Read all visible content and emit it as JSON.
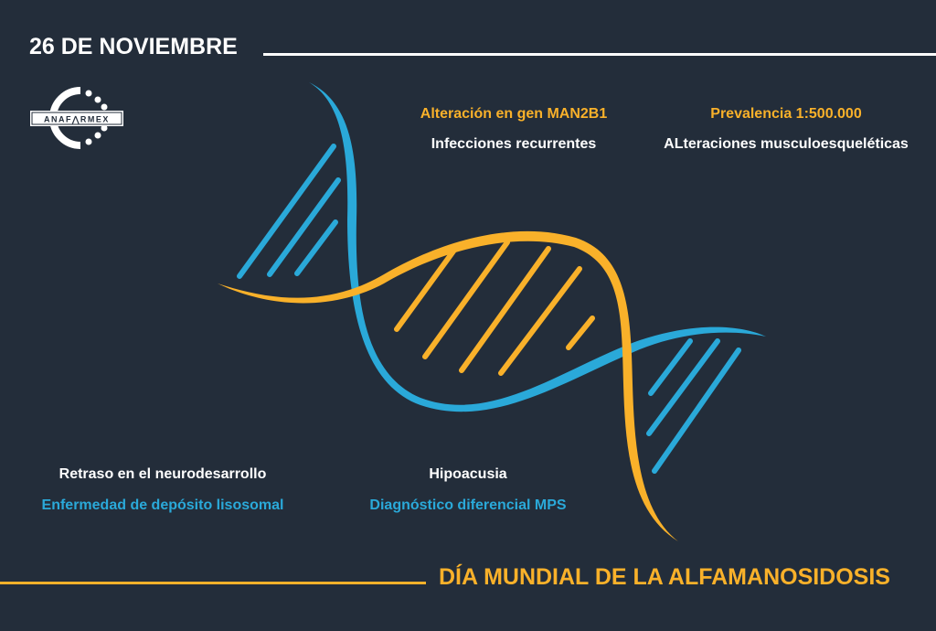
{
  "date": "26 DE NOVIEMBRE",
  "logo": {
    "text": "ANAFARMEX"
  },
  "facts": {
    "gene": "Alteración en gen MAN2B1",
    "infections": "Infecciones recurrentes",
    "prevalence": "Prevalencia 1:500.000",
    "musculo": "ALteraciones musculoesqueléticas",
    "delay": "Retraso en el neurodesarrollo",
    "lysosomal": "Enfermedad de depósito lisosomal",
    "hearing": "Hipoacusia",
    "diagnosis": "Diagnóstico diferencial MPS"
  },
  "footer": "DÍA MUNDIAL DE LA ALFAMANOSIDOSIS",
  "colors": {
    "background": "#232d3a",
    "yellow": "#f9b12a",
    "blue": "#2aa9d9"
  }
}
